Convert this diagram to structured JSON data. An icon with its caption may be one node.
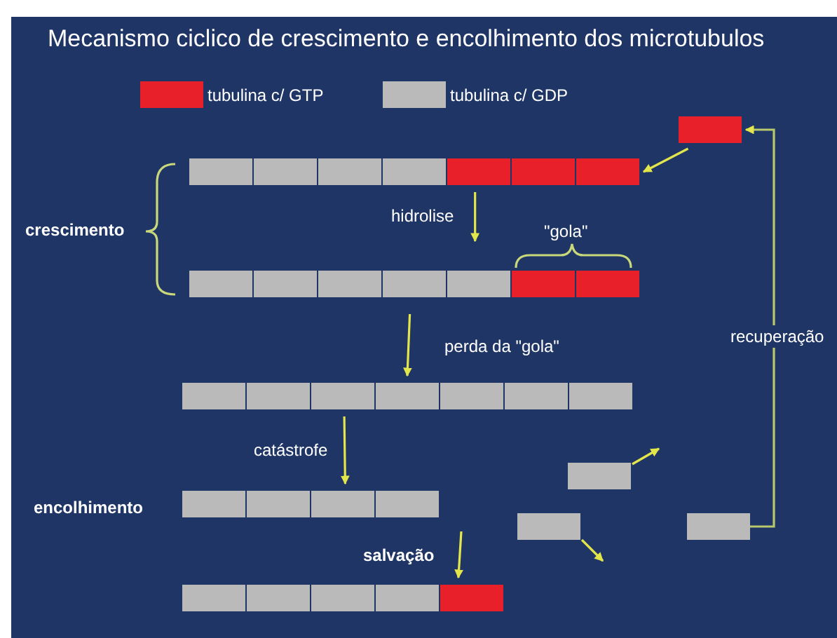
{
  "diagram": {
    "title": "Mecanismo ciclico de crescimento e encolhimento dos microtubulos",
    "nodes": [
      {
        "text": [],
        "shape": "box"
      },
      {
        "text": [],
        "shape": "bar"
      },
      {
        "text": [],
        "shape": "bar"
      },
      {
        "text": [],
        "shape": "bar"
      },
      {
        "text": [],
        "shape": "box"
      },
      {
        "text": [],
        "shape": "bar"
      },
      {
        "text": [],
        "shape": "box"
      },
      {
        "text": [],
        "shape": "box"
      },
      {
        "text": [],
        "shape": "bar"
      }
    ],
    "edges": [
      {
        "from": 0,
        "to": 1,
        "arrow": "to"
      },
      {
        "from": 1,
        "to": 2,
        "arrow": "to",
        "label": "hidrolise"
      },
      {
        "from": 2,
        "to": 3,
        "arrow": "to",
        "label": "perda da \"gola\""
      },
      {
        "from": 3,
        "to": 5,
        "arrow": "to",
        "label": "catástrofe"
      },
      {
        "from": 5,
        "to": 8,
        "arrow": "to",
        "label": "salvação"
      },
      {
        "from": 4,
        "to": null,
        "arrow": "to"
      },
      {
        "from": 6,
        "to": null,
        "arrow": "to"
      },
      {
        "from": 7,
        "to": 0,
        "arrow": "to",
        "label": "recuperação"
      }
    ],
    "labels": [
      "crescimento",
      "\"gola\"",
      "encolhimento"
    ],
    "legend": [
      {
        "text": "tubulina c/ GTP",
        "color": "#e8202a"
      },
      {
        "text": "tubulina c/ GDP",
        "color": "#bababa"
      }
    ]
  }
}
